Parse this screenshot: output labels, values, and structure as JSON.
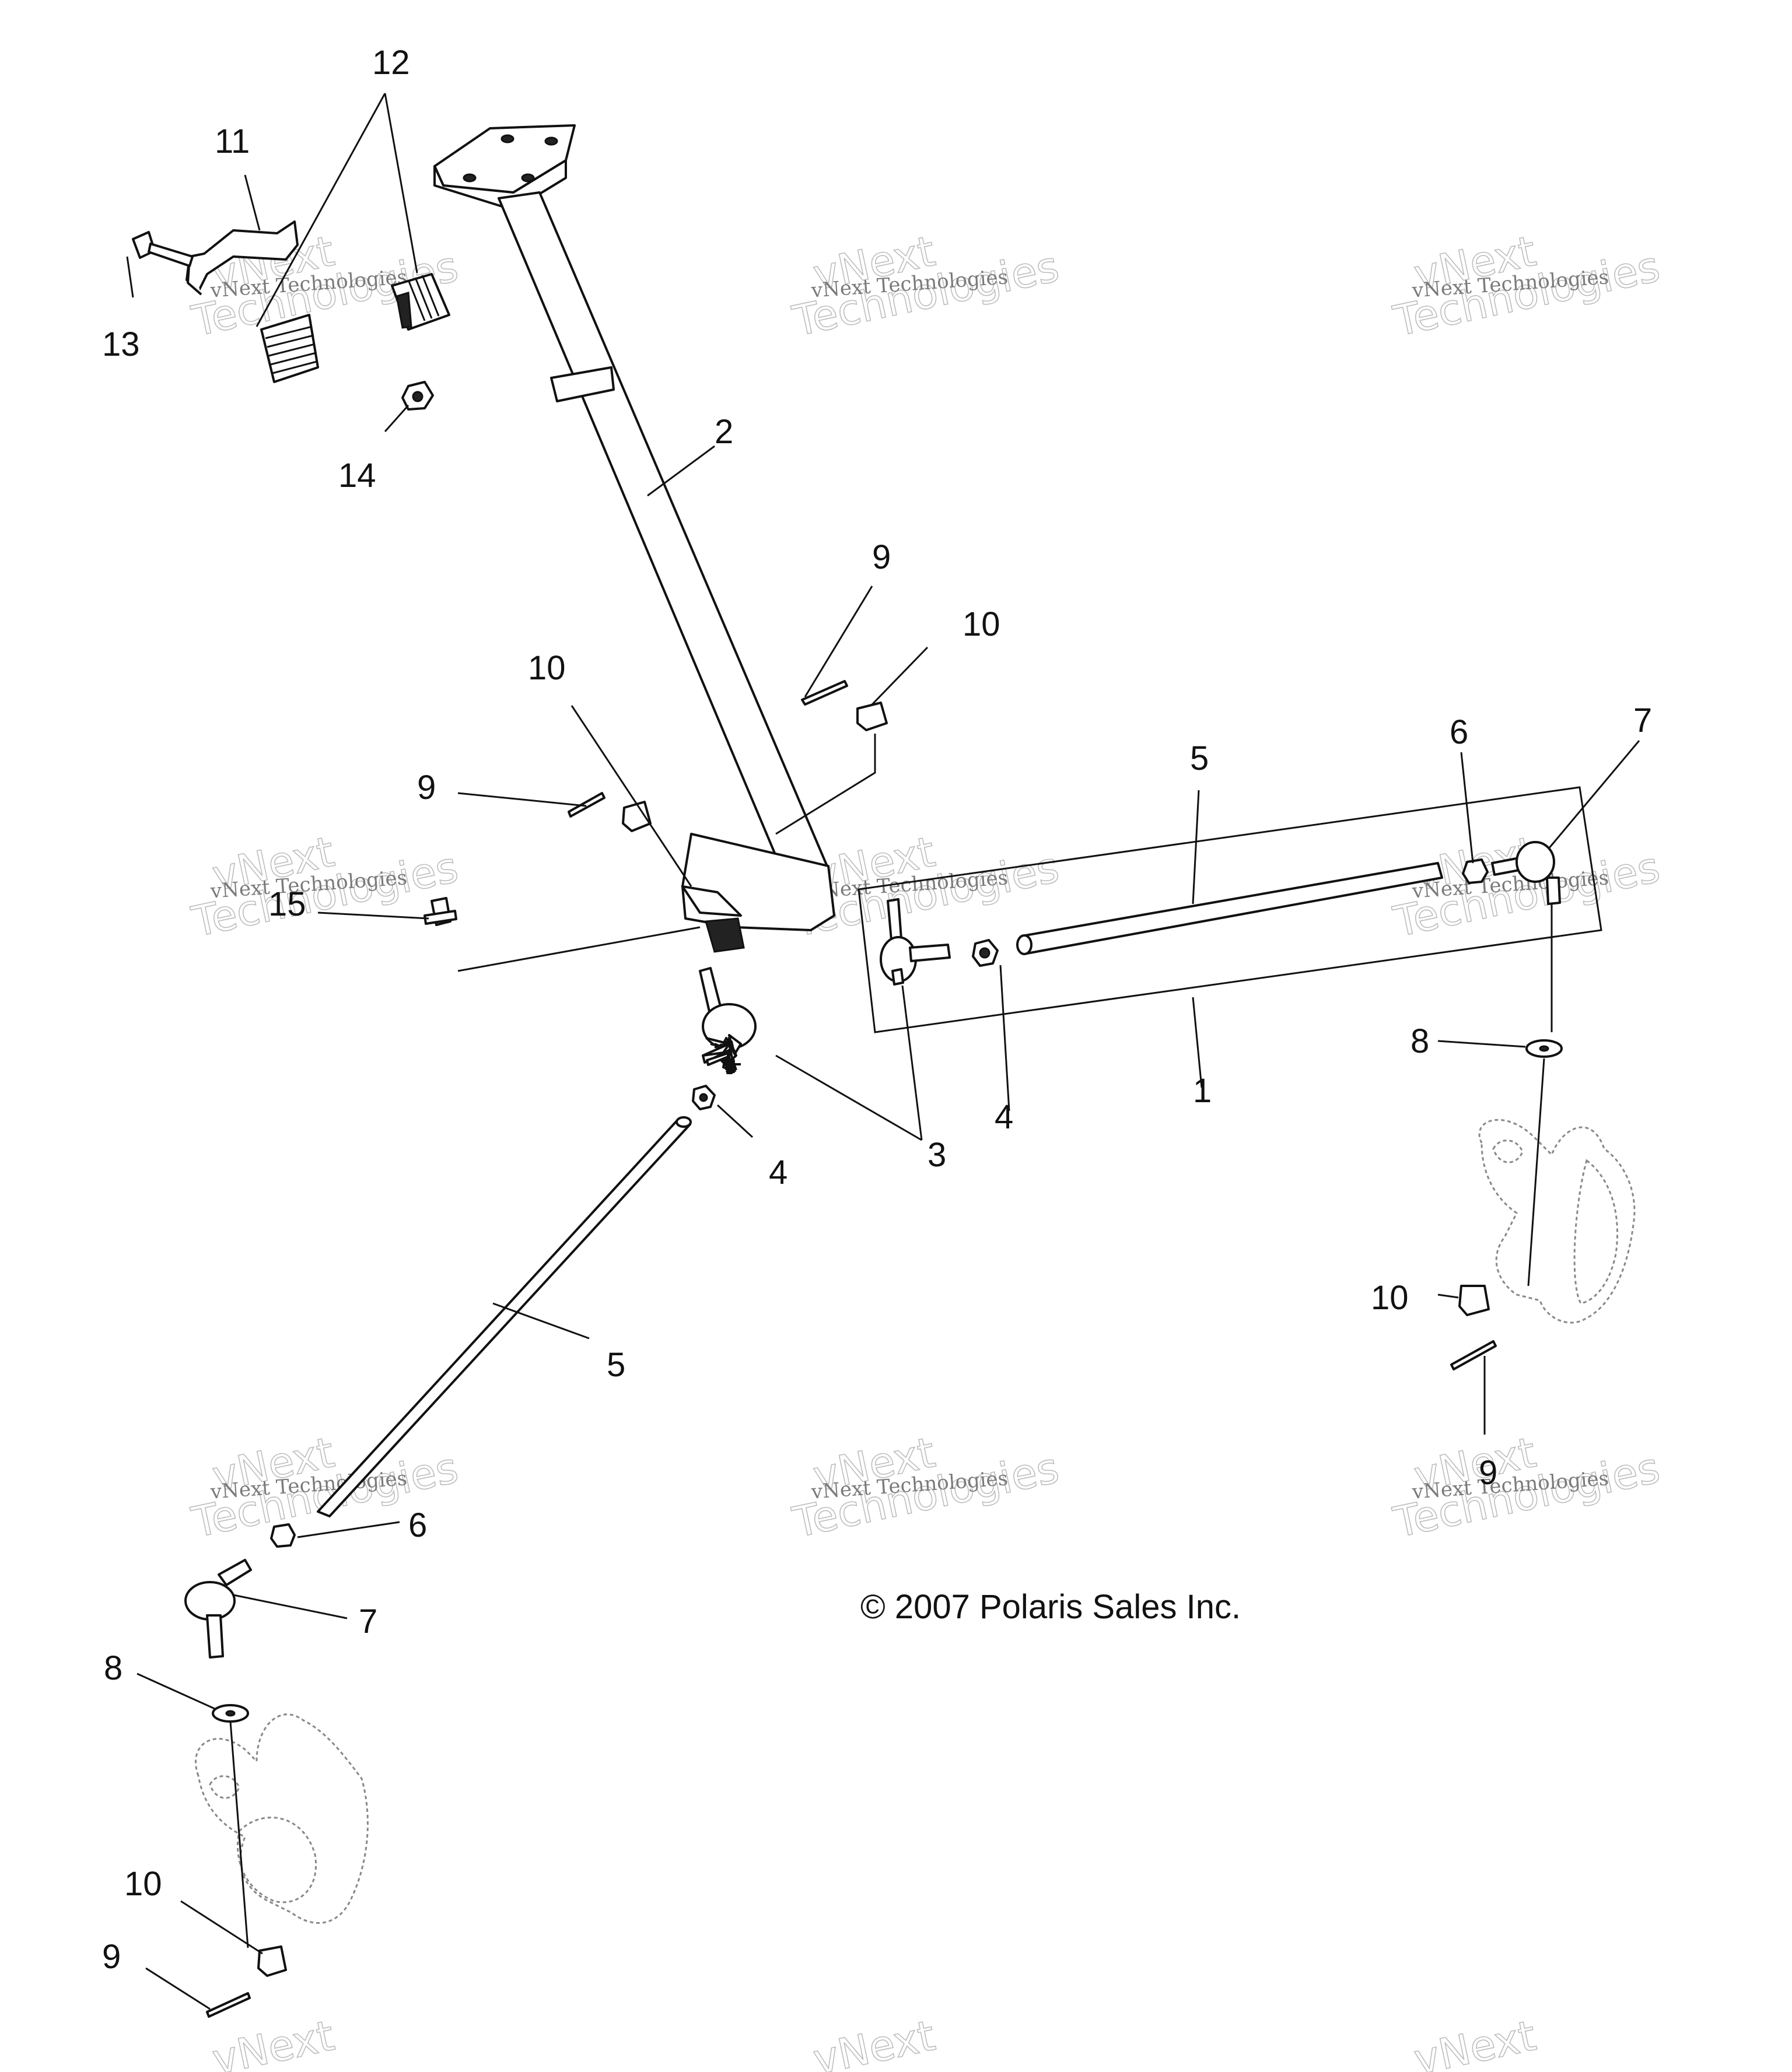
{
  "diagram": {
    "callouts": {
      "c1": "1",
      "c2": "2",
      "c3": "3",
      "c4a": "4",
      "c4b": "4",
      "c5a": "5",
      "c5b": "5",
      "c6a": "6",
      "c6b": "6",
      "c7a": "7",
      "c7b": "7",
      "c8a": "8",
      "c8b": "8",
      "c9a": "9",
      "c9b": "9",
      "c9c": "9",
      "c9d": "9",
      "c10a": "10",
      "c10b": "10",
      "c10c": "10",
      "c10d": "10",
      "c11": "11",
      "c12": "12",
      "c13": "13",
      "c14": "14",
      "c15": "15"
    },
    "copyright": "© 2007 Polaris Sales Inc.",
    "watermark": {
      "line1": "vNext Technologies",
      "line2": "vNext",
      "line3": "Technologies"
    }
  }
}
